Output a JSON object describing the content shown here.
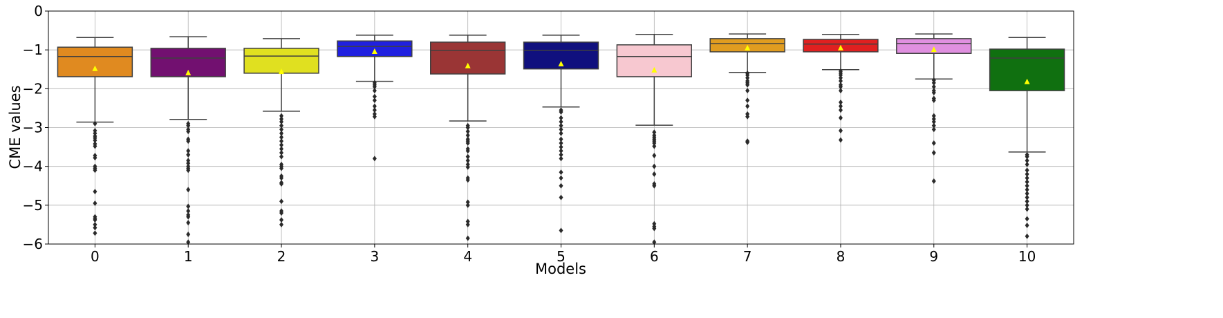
{
  "chart_data": {
    "type": "box",
    "title": "",
    "xlabel": "Models",
    "ylabel": "CME values",
    "ylim": [
      -6,
      0
    ],
    "yticks": [
      0,
      -1,
      -2,
      -3,
      -4,
      -5,
      -6
    ],
    "ytick_labels": [
      "0",
      "−1",
      "−2",
      "−3",
      "−4",
      "−5",
      "−6"
    ],
    "grid": true,
    "categories": [
      "0",
      "1",
      "2",
      "3",
      "4",
      "5",
      "6",
      "7",
      "8",
      "9",
      "10"
    ],
    "mean_marker_color": "#ffff00",
    "series": [
      {
        "name": "0",
        "color": "#e08a20",
        "whislo": -2.86,
        "q1": -1.69,
        "med": -1.17,
        "q3": -0.93,
        "whishi": -0.68,
        "mean": -1.49,
        "fliers": [
          -2.9,
          -3.08,
          -3.15,
          -3.22,
          -3.27,
          -3.33,
          -3.42,
          -3.48,
          -3.72,
          -3.78,
          -4.0,
          -4.05,
          -4.1,
          -4.65,
          -4.95,
          -5.3,
          -5.35,
          -5.38,
          -5.5,
          -5.58,
          -5.72
        ]
      },
      {
        "name": "1",
        "color": "#721070",
        "whislo": -2.79,
        "q1": -1.69,
        "med": -1.21,
        "q3": -0.96,
        "whishi": -0.66,
        "mean": -1.6,
        "fliers": [
          -2.9,
          -2.95,
          -3.05,
          -3.1,
          -3.3,
          -3.35,
          -3.6,
          -3.7,
          -3.85,
          -3.92,
          -4.0,
          -4.05,
          -4.1,
          -4.6,
          -5.03,
          -5.15,
          -5.25,
          -5.3,
          -5.45,
          -5.75,
          -5.95
        ]
      },
      {
        "name": "2",
        "color": "#e0e020",
        "whislo": -2.58,
        "q1": -1.6,
        "med": -1.16,
        "q3": -0.96,
        "whishi": -0.71,
        "mean": -1.57,
        "fliers": [
          -2.7,
          -2.78,
          -2.85,
          -2.95,
          -3.05,
          -3.15,
          -3.25,
          -3.35,
          -3.45,
          -3.55,
          -3.65,
          -3.75,
          -3.95,
          -4.0,
          -4.05,
          -4.25,
          -4.3,
          -4.42,
          -4.45,
          -4.9,
          -5.15,
          -5.2,
          -5.38,
          -5.5
        ]
      },
      {
        "name": "3",
        "color": "#2020e0",
        "whislo": -1.81,
        "q1": -1.17,
        "med": -0.91,
        "q3": -0.77,
        "whishi": -0.62,
        "mean": -1.05,
        "fliers": [
          -1.85,
          -1.9,
          -1.95,
          -2.05,
          -2.2,
          -2.3,
          -2.45,
          -2.55,
          -2.65,
          -2.72,
          -3.8
        ]
      },
      {
        "name": "4",
        "color": "#9a3535",
        "whislo": -2.83,
        "q1": -1.62,
        "med": -1.01,
        "q3": -0.8,
        "whishi": -0.62,
        "mean": -1.42,
        "fliers": [
          -2.95,
          -3.0,
          -3.1,
          -3.2,
          -3.3,
          -3.35,
          -3.4,
          -3.55,
          -3.6,
          -3.75,
          -3.85,
          -3.95,
          -4.02,
          -4.3,
          -4.35,
          -4.92,
          -5.0,
          -5.42,
          -5.5,
          -5.85
        ]
      },
      {
        "name": "5",
        "color": "#10107e",
        "whislo": -2.47,
        "q1": -1.49,
        "med": -1.01,
        "q3": -0.8,
        "whishi": -0.62,
        "mean": -1.37,
        "fliers": [
          -2.55,
          -2.6,
          -2.75,
          -2.85,
          -2.95,
          -3.05,
          -3.15,
          -3.3,
          -3.4,
          -3.5,
          -3.6,
          -3.7,
          -3.8,
          -4.15,
          -4.3,
          -4.5,
          -4.8,
          -5.65
        ]
      },
      {
        "name": "6",
        "color": "#f7c8d0",
        "whislo": -2.94,
        "q1": -1.69,
        "med": -1.17,
        "q3": -0.87,
        "whishi": -0.6,
        "mean": -1.53,
        "fliers": [
          -3.12,
          -3.2,
          -3.25,
          -3.3,
          -3.35,
          -3.4,
          -3.48,
          -3.72,
          -4.0,
          -4.2,
          -4.45,
          -4.5,
          -5.48,
          -5.55,
          -5.6,
          -5.95
        ]
      },
      {
        "name": "7",
        "color": "#e09c20",
        "whislo": -1.58,
        "q1": -1.05,
        "med": -0.84,
        "q3": -0.71,
        "whishi": -0.59,
        "mean": -0.96,
        "fliers": [
          -1.6,
          -1.65,
          -1.72,
          -1.8,
          -1.85,
          -1.9,
          -2.05,
          -2.3,
          -2.45,
          -2.65,
          -2.72,
          -3.35,
          -3.38
        ]
      },
      {
        "name": "8",
        "color": "#e02020",
        "whislo": -1.51,
        "q1": -1.05,
        "med": -0.85,
        "q3": -0.73,
        "whishi": -0.6,
        "mean": -0.96,
        "fliers": [
          -1.55,
          -1.6,
          -1.65,
          -1.72,
          -1.8,
          -1.9,
          -1.95,
          -2.05,
          -2.35,
          -2.45,
          -2.55,
          -2.75,
          -3.08,
          -3.32
        ]
      },
      {
        "name": "9",
        "color": "#e090e0",
        "whislo": -1.75,
        "q1": -1.09,
        "med": -0.84,
        "q3": -0.71,
        "whishi": -0.59,
        "mean": -1.0,
        "fliers": [
          -1.78,
          -1.85,
          -1.95,
          -2.05,
          -2.1,
          -2.25,
          -2.3,
          -2.7,
          -2.78,
          -2.85,
          -2.95,
          -3.05,
          -3.4,
          -3.65,
          -4.38
        ]
      },
      {
        "name": "10",
        "color": "#107010",
        "whislo": -3.63,
        "q1": -2.05,
        "med": -1.21,
        "q3": -0.98,
        "whishi": -0.68,
        "mean": -1.83,
        "fliers": [
          -3.7,
          -3.75,
          -3.85,
          -3.95,
          -4.1,
          -4.2,
          -4.3,
          -4.4,
          -4.5,
          -4.6,
          -4.7,
          -4.8,
          -4.9,
          -5.0,
          -5.1,
          -5.35,
          -5.52,
          -5.8
        ]
      }
    ]
  }
}
